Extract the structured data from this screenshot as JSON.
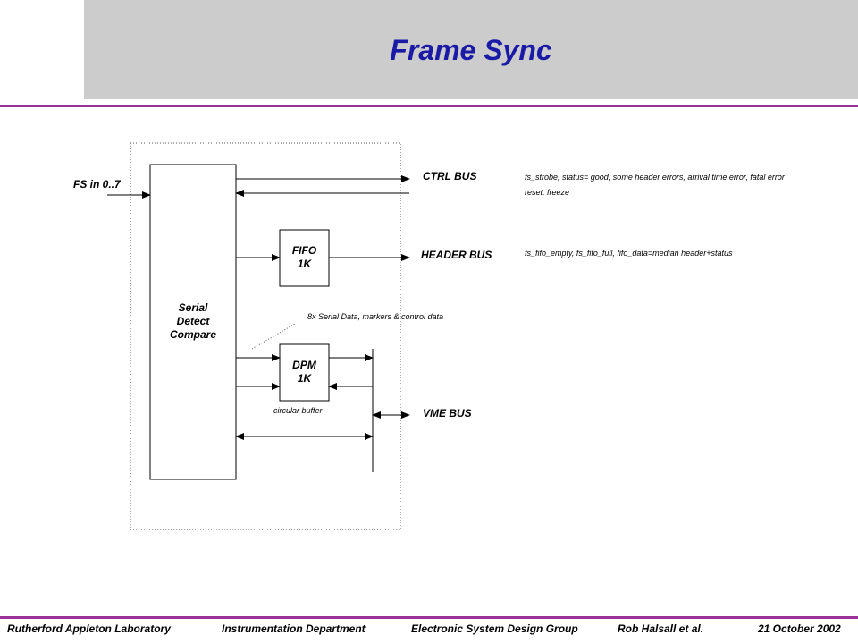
{
  "slide": {
    "title": "Frame Sync"
  },
  "diagram": {
    "input_label": "FS in 0..7",
    "serial_block": [
      "Serial",
      "Detect",
      "Compare"
    ],
    "fifo_block": [
      "FIFO",
      "1K"
    ],
    "dpm_block": [
      "DPM",
      "1K"
    ],
    "dpm_note": "circular buffer",
    "serial_data_note": "8x Serial Data, markers & control data",
    "buses": {
      "ctrl": "CTRL BUS",
      "header": "HEADER BUS",
      "vme": "VME BUS"
    },
    "ctrl_desc_line1": "fs_strobe, status= good, some header errors, arrival time error, fatal error",
    "ctrl_desc_line2": "reset, freeze",
    "header_desc": "fs_fifo_empty, fs_fifo_full, fifo_data=median header+status"
  },
  "footer": {
    "lab": "Rutherford  Appleton Laboratory",
    "dept": "Instrumentation Department",
    "group": "Electronic System Design Group",
    "author": "Rob Halsall et al.",
    "date": "21 October  2002"
  }
}
